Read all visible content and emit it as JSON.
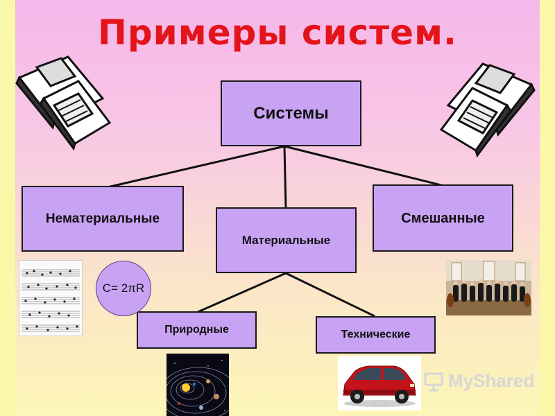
{
  "title": "Примеры систем.",
  "nodes": {
    "root": "Системы",
    "intangible": "Нематериальные",
    "material": "Материальные",
    "mixed": "Смешанные",
    "natural": "Природные",
    "technical": "Технические"
  },
  "formula": "C= 2πR",
  "watermark": "MyShared",
  "icons": {
    "floppy_left": "floppy-disks-icon",
    "floppy_right": "floppy-disks-icon",
    "sheet_music": "sheet-music-image",
    "orchestra": "orchestra-photo",
    "solar_system": "solar-system-image",
    "car": "red-car-photo"
  },
  "colors": {
    "title": "#e4141b",
    "box_fill": "#c8a2f3",
    "box_border": "#1a1a1a"
  }
}
